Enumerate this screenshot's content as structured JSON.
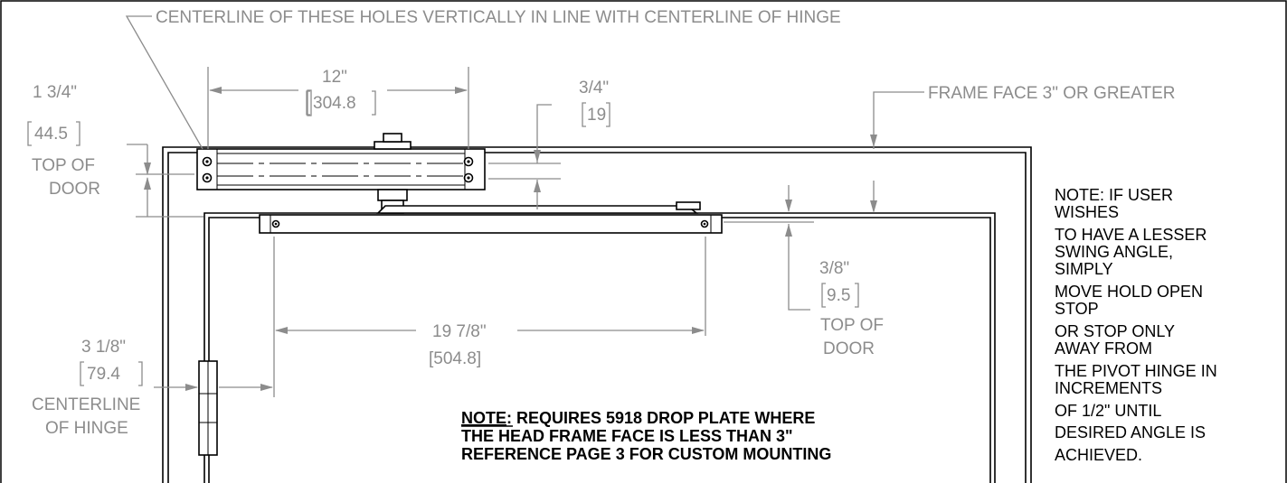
{
  "labels": {
    "centerline_holes": "CENTERLINE OF THESE HOLES VERTICALLY IN LINE WITH CENTERLINE OF HINGE",
    "frame_face": "FRAME FACE 3\" OR GREATER",
    "dim_12_in": "12\"",
    "dim_12_mm": "304.8",
    "dim_1_3_4_in": "1 3/4\"",
    "dim_1_3_4_mm": "44.5",
    "top_of_door_left_1": "TOP OF",
    "top_of_door_left_2": "DOOR",
    "dim_3_4_in": "3/4\"",
    "dim_3_4_mm": "19",
    "dim_3_8_in": "3/8\"",
    "dim_3_8_mm": "9.5",
    "top_of_door_right_1": "TOP OF",
    "top_of_door_right_2": "DOOR",
    "dim_19_7_8_in": "19 7/8\"",
    "dim_19_7_8_mm": "[504.8]",
    "dim_3_1_8_in": "3 1/8\"",
    "dim_3_1_8_mm": "79.4",
    "centerline_hinge_1": "CENTERLINE",
    "centerline_hinge_2": "OF HINGE"
  },
  "drop_plate_note": {
    "lead": "NOTE",
    "line1": ": REQUIRES 5918 DROP PLATE WHERE",
    "line2": "THE HEAD FRAME FACE IS LESS THAN 3\"",
    "line3": "REFERENCE PAGE 3 FOR CUSTOM MOUNTING"
  },
  "side_note": {
    "lines": [
      "NOTE: IF USER",
      "WISHES",
      "TO HAVE A LESSER",
      "SWING ANGLE,",
      "SIMPLY",
      "MOVE HOLD OPEN",
      "STOP",
      "OR STOP ONLY",
      "AWAY FROM",
      "THE PIVOT HINGE IN",
      "INCREMENTS",
      "OF 1/2\" UNTIL",
      "DESIRED ANGLE IS",
      "ACHIEVED."
    ]
  }
}
